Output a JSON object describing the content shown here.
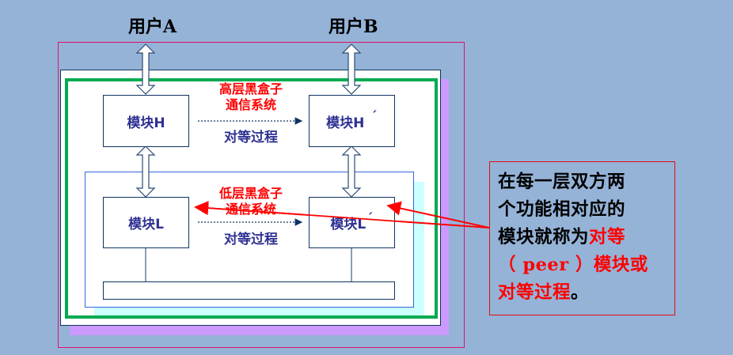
{
  "users": {
    "a": "用户A",
    "b": "用户B"
  },
  "high_layer": {
    "module_left": "模块H",
    "module_right": "模块H",
    "module_right_prime": "´",
    "black_box_line1": "高层黑盒子",
    "black_box_line2": "通信系统",
    "peer_process": "对等过程"
  },
  "low_layer": {
    "module_left": "模块L",
    "module_right": "模块L",
    "module_right_prime": "´",
    "black_box_line1": "低层黑盒子",
    "black_box_line2": "通信系统",
    "peer_process": "对等过程"
  },
  "callout": {
    "line1": "在每一层双方两",
    "line2": "个功能相对应的",
    "line3_normal": "模块就称为",
    "line3_highlight": "对等",
    "line4_peer": "（ peer ）",
    "line4_highlight": "模块或",
    "line5_highlight": "对等过程",
    "line5_end": "。"
  },
  "colors": {
    "background": "#95b3d7",
    "outer_frame": "#e0106a",
    "green_frame": "#00aa50",
    "purple_shadow": "#cc99ff",
    "cyan_shadow": "#ccffff",
    "module_text": "#2e3192",
    "highlight_red": "#ff0000"
  }
}
